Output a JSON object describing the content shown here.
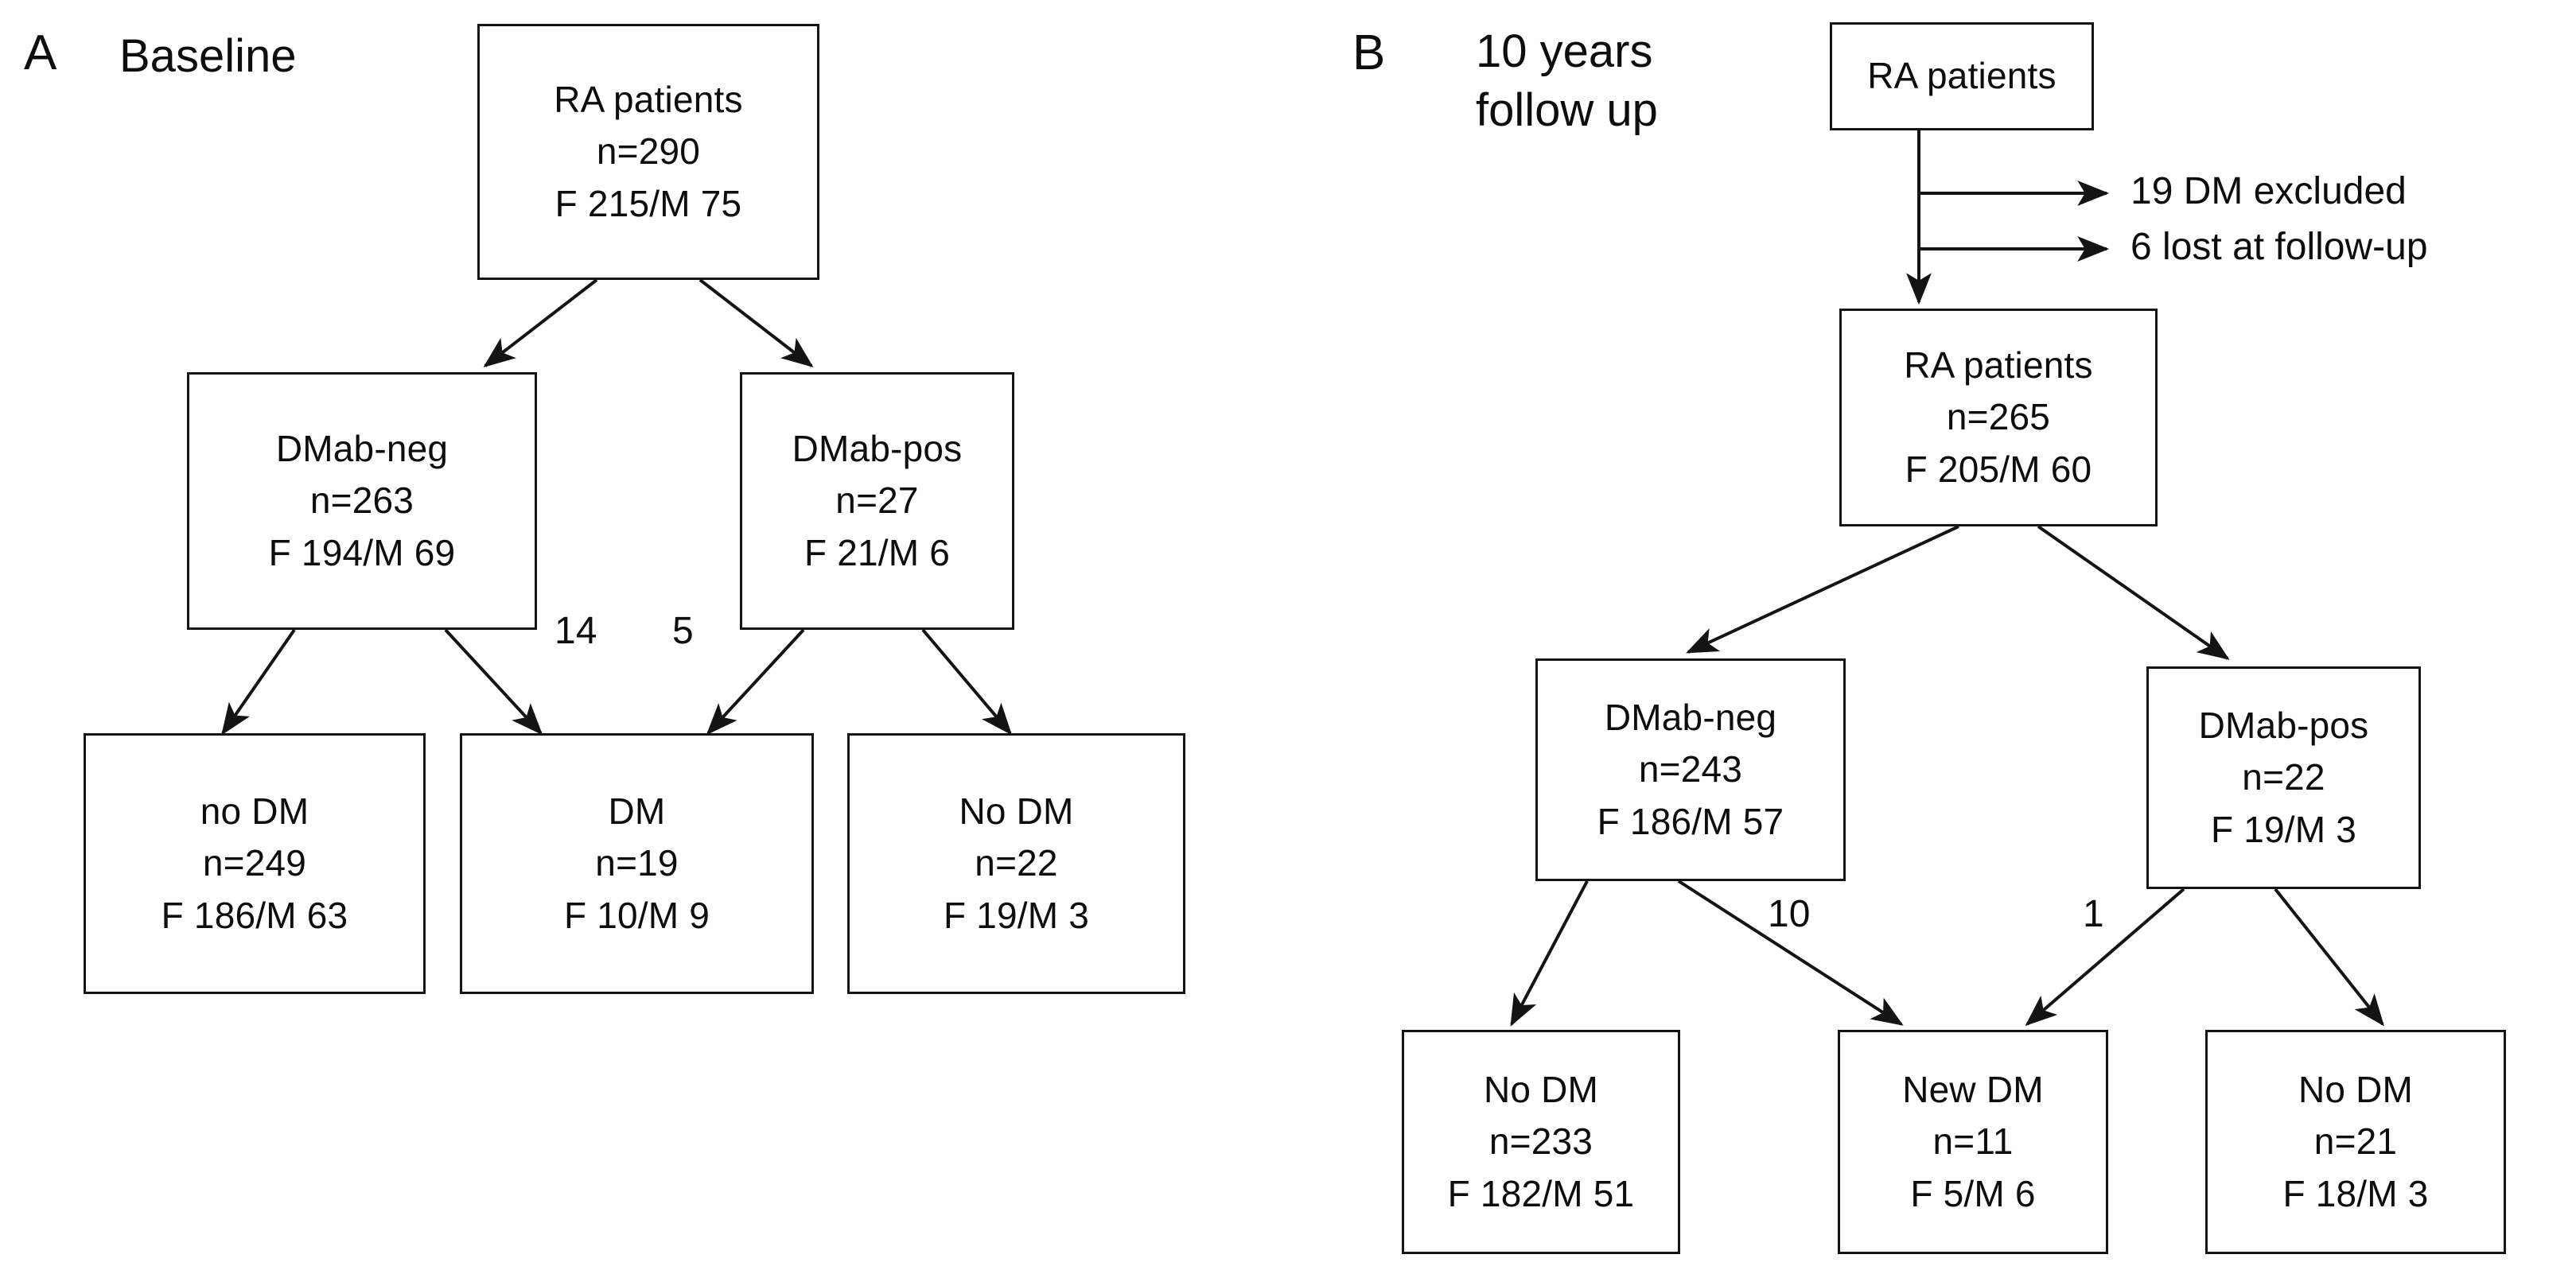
{
  "figure": {
    "panels": [
      {
        "letter": "A",
        "title": "Baseline",
        "nodes": [
          {
            "id": "a-root",
            "lines": [
              "RA patients",
              "n=290",
              "F 215/M 75"
            ]
          },
          {
            "id": "a-dmab-neg",
            "lines": [
              "DMab-neg",
              "n=263",
              "F 194/M 69"
            ]
          },
          {
            "id": "a-dmab-pos",
            "lines": [
              "DMab-pos",
              "n=27",
              "F 21/M 6"
            ]
          },
          {
            "id": "a-no-dm",
            "lines": [
              "no DM",
              "n=249",
              "F 186/M 63"
            ]
          },
          {
            "id": "a-dm",
            "lines": [
              "DM",
              "n=19",
              "F 10/M 9"
            ]
          },
          {
            "id": "a-no-dm-2",
            "lines": [
              "No DM",
              "n=22",
              "F 19/M 3"
            ]
          }
        ],
        "edge_labels": [
          {
            "id": "a-edge-14",
            "text": "14"
          },
          {
            "id": "a-edge-5",
            "text": "5"
          }
        ]
      },
      {
        "letter": "B",
        "title": "10 years\nfollow up",
        "nodes": [
          {
            "id": "b-root",
            "lines": [
              "RA patients"
            ]
          },
          {
            "id": "b-cohort",
            "lines": [
              "RA patients",
              "n=265",
              "F 205/M 60"
            ]
          },
          {
            "id": "b-dmab-neg",
            "lines": [
              "DMab-neg",
              "n=243",
              "F 186/M 57"
            ]
          },
          {
            "id": "b-dmab-pos",
            "lines": [
              "DMab-pos",
              "n=22",
              "F 19/M 3"
            ]
          },
          {
            "id": "b-no-dm",
            "lines": [
              "No DM",
              "n=233",
              "F 182/M 51"
            ]
          },
          {
            "id": "b-new-dm",
            "lines": [
              "New DM",
              "n=11",
              "F 5/M 6"
            ]
          },
          {
            "id": "b-no-dm-2",
            "lines": [
              "No DM",
              "n=21",
              "F 18/M 3"
            ]
          }
        ],
        "exclusions": [
          {
            "id": "b-excl-dm",
            "text": "19 DM excluded"
          },
          {
            "id": "b-excl-lost",
            "text": "6 lost at follow-up"
          }
        ],
        "edge_labels": [
          {
            "id": "b-edge-10",
            "text": "10"
          },
          {
            "id": "b-edge-1",
            "text": "1"
          }
        ]
      }
    ]
  },
  "style": {
    "stroke": "#141414",
    "background": "#ffffff"
  }
}
